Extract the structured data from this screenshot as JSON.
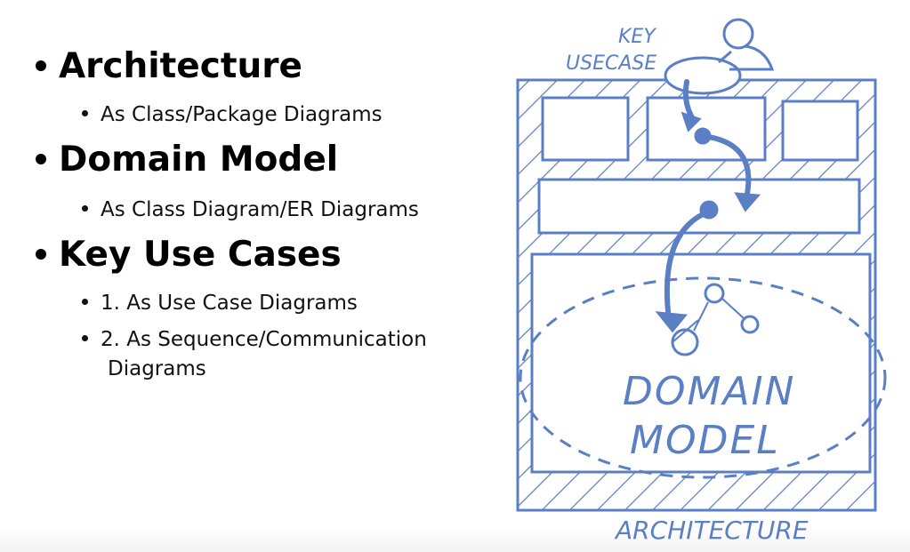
{
  "bullets": [
    {
      "title": "Architecture",
      "subs": [
        "As Class/Package Diagrams"
      ]
    },
    {
      "title": "Domain Model",
      "subs": [
        "As Class Diagram/ER Diagrams"
      ]
    },
    {
      "title": "Key Use Cases",
      "subs": [
        "1. As Use Case Diagrams",
        "2. As Sequence/Communication",
        "Diagrams"
      ]
    }
  ],
  "diagram": {
    "label_key": "KEY",
    "label_usecase": "USECASE",
    "label_domain": "DOMAIN",
    "label_model": "MODEL",
    "label_architecture": "ARCHITECTURE",
    "ink_color": "#5b7fc4"
  }
}
